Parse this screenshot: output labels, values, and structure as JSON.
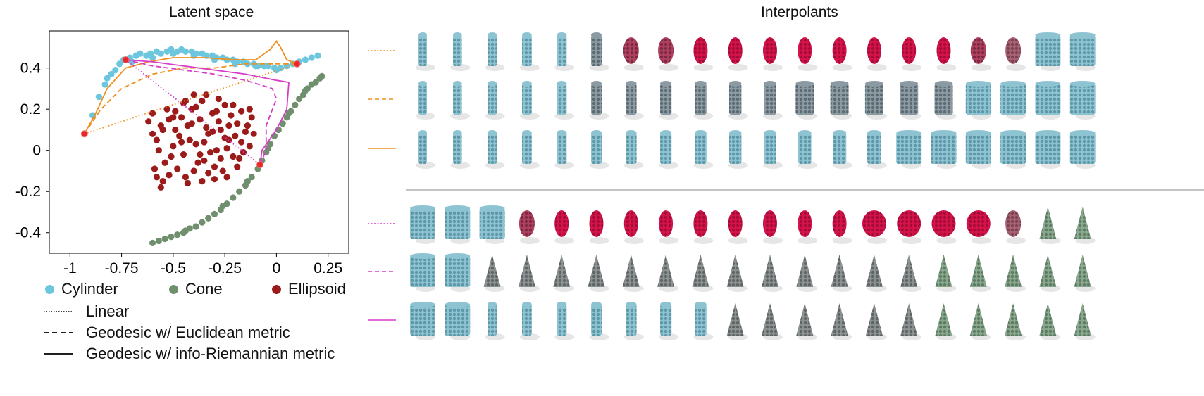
{
  "left_panel": {
    "title": "Latent space",
    "x_ticks": [
      "-1",
      "-0.75",
      "-0.5",
      "-0.25",
      "0",
      "0.25"
    ],
    "y_ticks": [
      "0.4",
      "0.2",
      "0",
      "-0.2",
      "-0.4"
    ],
    "legend_markers": [
      {
        "label": "Cylinder",
        "color": "#6cc6de"
      },
      {
        "label": "Cone",
        "color": "#6f8f6d"
      },
      {
        "label": "Ellipsoid",
        "color": "#9b1b1b"
      }
    ],
    "legend_lines": [
      {
        "label": "Linear",
        "style": "dotted"
      },
      {
        "label": "Geodesic w/ Euclidean metric",
        "style": "dashed"
      },
      {
        "label": "Geodesic w/ info-Riemannian metric",
        "style": "solid"
      }
    ]
  },
  "right_panel": {
    "title": "Interpolants",
    "rows": [
      {
        "line_color": "#f0901e",
        "style": "dotted",
        "shapes": "cyl,cyl,cyl,cyl,cyl,cylg,ellm,ellm,ell,ell,ell,ell,ell,ell,ell,ell,ellm,ellg,cylw,cylw"
      },
      {
        "line_color": "#f0901e",
        "style": "dashed",
        "shapes": "cyl,cyl,cyl,cyl,cyl,cylg,cylg,cylg,cylg,cylg,cylg,cylg,cylg,cylg,cylg,cylg,cylw,cylw,cylw,cylw"
      },
      {
        "line_color": "#f0901e",
        "style": "solid",
        "shapes": "cyl,cyl,cyl,cyl,cyl,cyl,cyl,cyl,cyl,cyl,cyl,cyl,cyl,cyl,cylw,cylw,cylw,cylw,cylw,cylw"
      },
      {
        "line_color": "#d73cc8",
        "style": "dotted",
        "shapes": "cylw,cylw,cylw,ellm,ell,ell,ell,ell,ell,ell,ell,ell,ell,ellb,ellb,ellb,ellb,ellg,cone,cone"
      },
      {
        "line_color": "#d73cc8",
        "style": "dashed",
        "shapes": "cylw,cylw,coneg,coneg,coneg,coneg,coneg,coneg,coneg,coneg,coneg,coneg,coneg,coneg,coneg,cone,cone,cone,cone,cone"
      },
      {
        "line_color": "#d73cc8",
        "style": "solid",
        "shapes": "cylw,cylw,cyl,cyl,cyl,cyl,cyl,cyl,cyl,coneg,coneg,coneg,coneg,coneg,coneg,cone,cone,cone,cone,cone"
      }
    ]
  },
  "chart_data": {
    "type": "scatter",
    "title": "Latent space",
    "xlim": [
      -1.1,
      0.35
    ],
    "ylim": [
      -0.5,
      0.58
    ],
    "xticks": [
      -1,
      -0.75,
      -0.5,
      -0.25,
      0,
      0.25
    ],
    "yticks": [
      -0.4,
      -0.2,
      0,
      0.2,
      0.4
    ],
    "series": [
      {
        "name": "Cylinder",
        "color": "#6cc6de",
        "points": [
          [
            -0.93,
            0.08
          ],
          [
            -0.89,
            0.17
          ],
          [
            -0.86,
            0.26
          ],
          [
            -0.83,
            0.32
          ],
          [
            -0.8,
            0.37
          ],
          [
            -0.78,
            0.39
          ],
          [
            -0.76,
            0.42
          ],
          [
            -0.73,
            0.44
          ],
          [
            -0.71,
            0.45
          ],
          [
            -0.68,
            0.46
          ],
          [
            -0.66,
            0.47
          ],
          [
            -0.63,
            0.46
          ],
          [
            -0.61,
            0.47
          ],
          [
            -0.58,
            0.48
          ],
          [
            -0.56,
            0.47
          ],
          [
            -0.53,
            0.48
          ],
          [
            -0.51,
            0.49
          ],
          [
            -0.48,
            0.48
          ],
          [
            -0.46,
            0.49
          ],
          [
            -0.44,
            0.48
          ],
          [
            -0.41,
            0.48
          ],
          [
            -0.39,
            0.47
          ],
          [
            -0.36,
            0.47
          ],
          [
            -0.34,
            0.46
          ],
          [
            -0.31,
            0.46
          ],
          [
            -0.29,
            0.45
          ],
          [
            -0.26,
            0.45
          ],
          [
            -0.24,
            0.44
          ],
          [
            -0.21,
            0.44
          ],
          [
            -0.19,
            0.43
          ],
          [
            -0.16,
            0.43
          ],
          [
            -0.14,
            0.42
          ],
          [
            -0.11,
            0.42
          ],
          [
            -0.09,
            0.41
          ],
          [
            -0.06,
            0.41
          ],
          [
            -0.04,
            0.41
          ],
          [
            -0.01,
            0.4
          ],
          [
            0.02,
            0.4
          ],
          [
            0.05,
            0.41
          ],
          [
            0.08,
            0.42
          ],
          [
            0.11,
            0.43
          ],
          [
            0.14,
            0.44
          ],
          [
            0.17,
            0.45
          ],
          [
            0.2,
            0.46
          ],
          [
            -0.7,
            0.43
          ],
          [
            -0.6,
            0.45
          ],
          [
            -0.5,
            0.47
          ],
          [
            -0.4,
            0.46
          ],
          [
            -0.3,
            0.44
          ],
          [
            -0.2,
            0.42
          ],
          [
            -0.1,
            0.41
          ],
          [
            0.0,
            0.39
          ],
          [
            -0.82,
            0.35
          ],
          [
            -0.74,
            0.44
          ]
        ]
      },
      {
        "name": "Cone",
        "color": "#6f8f6d",
        "points": [
          [
            -0.6,
            -0.45
          ],
          [
            -0.57,
            -0.44
          ],
          [
            -0.54,
            -0.43
          ],
          [
            -0.51,
            -0.42
          ],
          [
            -0.48,
            -0.41
          ],
          [
            -0.45,
            -0.4
          ],
          [
            -0.42,
            -0.38
          ],
          [
            -0.39,
            -0.37
          ],
          [
            -0.36,
            -0.35
          ],
          [
            -0.33,
            -0.33
          ],
          [
            -0.3,
            -0.31
          ],
          [
            -0.27,
            -0.29
          ],
          [
            -0.24,
            -0.26
          ],
          [
            -0.21,
            -0.23
          ],
          [
            -0.18,
            -0.2
          ],
          [
            -0.15,
            -0.17
          ],
          [
            -0.12,
            -0.13
          ],
          [
            -0.09,
            -0.09
          ],
          [
            -0.07,
            -0.05
          ],
          [
            -0.05,
            -0.01
          ],
          [
            -0.03,
            0.03
          ],
          [
            -0.01,
            0.07
          ],
          [
            0.01,
            0.1
          ],
          [
            0.03,
            0.13
          ],
          [
            0.05,
            0.16
          ],
          [
            0.07,
            0.19
          ],
          [
            0.09,
            0.22
          ],
          [
            0.11,
            0.25
          ],
          [
            0.13,
            0.27
          ],
          [
            0.15,
            0.3
          ],
          [
            0.17,
            0.32
          ],
          [
            0.19,
            0.33
          ],
          [
            0.21,
            0.35
          ],
          [
            0.22,
            0.36
          ],
          [
            -0.44,
            -0.39
          ],
          [
            -0.26,
            -0.27
          ],
          [
            -0.14,
            -0.15
          ],
          [
            -0.04,
            0.01
          ],
          [
            0.06,
            0.18
          ],
          [
            0.14,
            0.29
          ]
        ]
      },
      {
        "name": "Ellipsoid",
        "color": "#9b1b1b",
        "points": [
          [
            -0.58,
            0.05
          ],
          [
            -0.55,
            0.1
          ],
          [
            -0.52,
            0.15
          ],
          [
            -0.49,
            0.19
          ],
          [
            -0.47,
            0.07
          ],
          [
            -0.45,
            -0.02
          ],
          [
            -0.43,
            0.12
          ],
          [
            -0.41,
            0.2
          ],
          [
            -0.39,
            0.03
          ],
          [
            -0.37,
            0.15
          ],
          [
            -0.35,
            -0.05
          ],
          [
            -0.33,
            0.08
          ],
          [
            -0.31,
            0.18
          ],
          [
            -0.29,
            0.0
          ],
          [
            -0.27,
            0.1
          ],
          [
            -0.25,
            0.22
          ],
          [
            -0.23,
            0.05
          ],
          [
            -0.21,
            -0.03
          ],
          [
            -0.19,
            0.13
          ],
          [
            -0.17,
            0.19
          ],
          [
            -0.15,
            0.09
          ],
          [
            -0.13,
            0.02
          ],
          [
            -0.12,
            0.16
          ],
          [
            -0.54,
            -0.06
          ],
          [
            -0.52,
            -0.12
          ],
          [
            -0.5,
            0.02
          ],
          [
            -0.48,
            -0.09
          ],
          [
            -0.46,
            0.16
          ],
          [
            -0.44,
            0.24
          ],
          [
            -0.42,
            0.05
          ],
          [
            -0.4,
            -0.1
          ],
          [
            -0.38,
            -0.06
          ],
          [
            -0.36,
            0.24
          ],
          [
            -0.34,
            0.11
          ],
          [
            -0.32,
            -0.01
          ],
          [
            -0.3,
            -0.08
          ],
          [
            -0.28,
            0.14
          ],
          [
            -0.26,
            -0.1
          ],
          [
            -0.24,
            0.01
          ],
          [
            -0.22,
            0.17
          ],
          [
            -0.2,
            0.07
          ],
          [
            -0.18,
            -0.04
          ],
          [
            -0.56,
            0.12
          ],
          [
            -0.59,
            -0.09
          ],
          [
            -0.6,
            0.18
          ],
          [
            -0.57,
            0.0
          ],
          [
            -0.53,
            0.2
          ],
          [
            -0.51,
            -0.03
          ],
          [
            -0.49,
            0.1
          ],
          [
            -0.46,
            0.04
          ],
          [
            -0.44,
            -0.13
          ],
          [
            -0.41,
            0.13
          ],
          [
            -0.39,
            0.21
          ],
          [
            -0.37,
            -0.02
          ],
          [
            -0.35,
            0.04
          ],
          [
            -0.33,
            -0.11
          ],
          [
            -0.31,
            0.09
          ],
          [
            -0.29,
            0.19
          ],
          [
            -0.27,
            -0.04
          ],
          [
            -0.25,
            0.06
          ],
          [
            -0.23,
            0.12
          ],
          [
            -0.21,
            0.22
          ],
          [
            -0.19,
            -0.08
          ],
          [
            -0.17,
            0.04
          ],
          [
            -0.14,
            0.12
          ],
          [
            -0.11,
            0.08
          ],
          [
            -0.58,
            -0.13
          ],
          [
            -0.55,
            -0.15
          ],
          [
            -0.5,
            0.16
          ],
          [
            -0.45,
            0.23
          ],
          [
            -0.4,
            0.27
          ],
          [
            -0.34,
            0.27
          ],
          [
            -0.28,
            0.25
          ],
          [
            -0.6,
            0.08
          ],
          [
            -0.62,
            0.14
          ],
          [
            -0.36,
            -0.15
          ],
          [
            -0.43,
            -0.16
          ],
          [
            -0.3,
            -0.14
          ],
          [
            -0.24,
            -0.13
          ],
          [
            -0.16,
            -0.01
          ],
          [
            -0.13,
            0.2
          ],
          [
            -0.56,
            -0.18
          ]
        ]
      }
    ],
    "paths": [
      {
        "name": "Linear",
        "color": "#f0901e",
        "style": "dotted",
        "points": [
          [
            -0.93,
            0.08
          ],
          [
            0.1,
            0.42
          ]
        ]
      },
      {
        "name": "Geodesic w/ Euclidean metric",
        "color": "#f0901e",
        "style": "dashed",
        "points": [
          [
            -0.93,
            0.08
          ],
          [
            -0.85,
            0.2
          ],
          [
            -0.75,
            0.3
          ],
          [
            -0.6,
            0.37
          ],
          [
            -0.45,
            0.4
          ],
          [
            -0.3,
            0.4
          ],
          [
            -0.15,
            0.42
          ],
          [
            0.0,
            0.42
          ],
          [
            0.1,
            0.42
          ]
        ]
      },
      {
        "name": "Geodesic w/ info-Riemannian metric",
        "color": "#f0901e",
        "style": "solid",
        "points": [
          [
            -0.93,
            0.08
          ],
          [
            -0.88,
            0.17
          ],
          [
            -0.82,
            0.3
          ],
          [
            -0.73,
            0.4
          ],
          [
            -0.62,
            0.43
          ],
          [
            -0.5,
            0.45
          ],
          [
            -0.35,
            0.45
          ],
          [
            -0.2,
            0.44
          ],
          [
            -0.1,
            0.44
          ],
          [
            -0.03,
            0.49
          ],
          [
            0.0,
            0.53
          ],
          [
            0.02,
            0.5
          ],
          [
            0.05,
            0.44
          ],
          [
            0.1,
            0.42
          ]
        ]
      },
      {
        "name": "Linear",
        "color": "#d73cc8",
        "style": "dotted",
        "points": [
          [
            -0.73,
            0.44
          ],
          [
            -0.08,
            -0.07
          ]
        ]
      },
      {
        "name": "Geodesic w/ Euclidean metric",
        "color": "#d73cc8",
        "style": "dashed",
        "points": [
          [
            -0.73,
            0.44
          ],
          [
            -0.6,
            0.41
          ],
          [
            -0.45,
            0.39
          ],
          [
            -0.3,
            0.37
          ],
          [
            -0.15,
            0.34
          ],
          [
            -0.02,
            0.3
          ],
          [
            0.0,
            0.25
          ],
          [
            -0.05,
            0.12
          ],
          [
            -0.05,
            0.0
          ],
          [
            -0.08,
            -0.07
          ]
        ]
      },
      {
        "name": "Geodesic w/ info-Riemannian metric",
        "color": "#d73cc8",
        "style": "solid",
        "points": [
          [
            -0.73,
            0.44
          ],
          [
            -0.6,
            0.43
          ],
          [
            -0.45,
            0.41
          ],
          [
            -0.3,
            0.39
          ],
          [
            -0.15,
            0.37
          ],
          [
            0.0,
            0.34
          ],
          [
            0.06,
            0.33
          ],
          [
            0.05,
            0.2
          ],
          [
            0.0,
            0.1
          ],
          [
            -0.07,
            0.0
          ],
          [
            -0.08,
            -0.07
          ]
        ]
      }
    ],
    "endpoints": [
      [
        -0.93,
        0.08
      ],
      [
        -0.73,
        0.44
      ],
      [
        0.1,
        0.42
      ],
      [
        -0.08,
        -0.07
      ]
    ]
  }
}
